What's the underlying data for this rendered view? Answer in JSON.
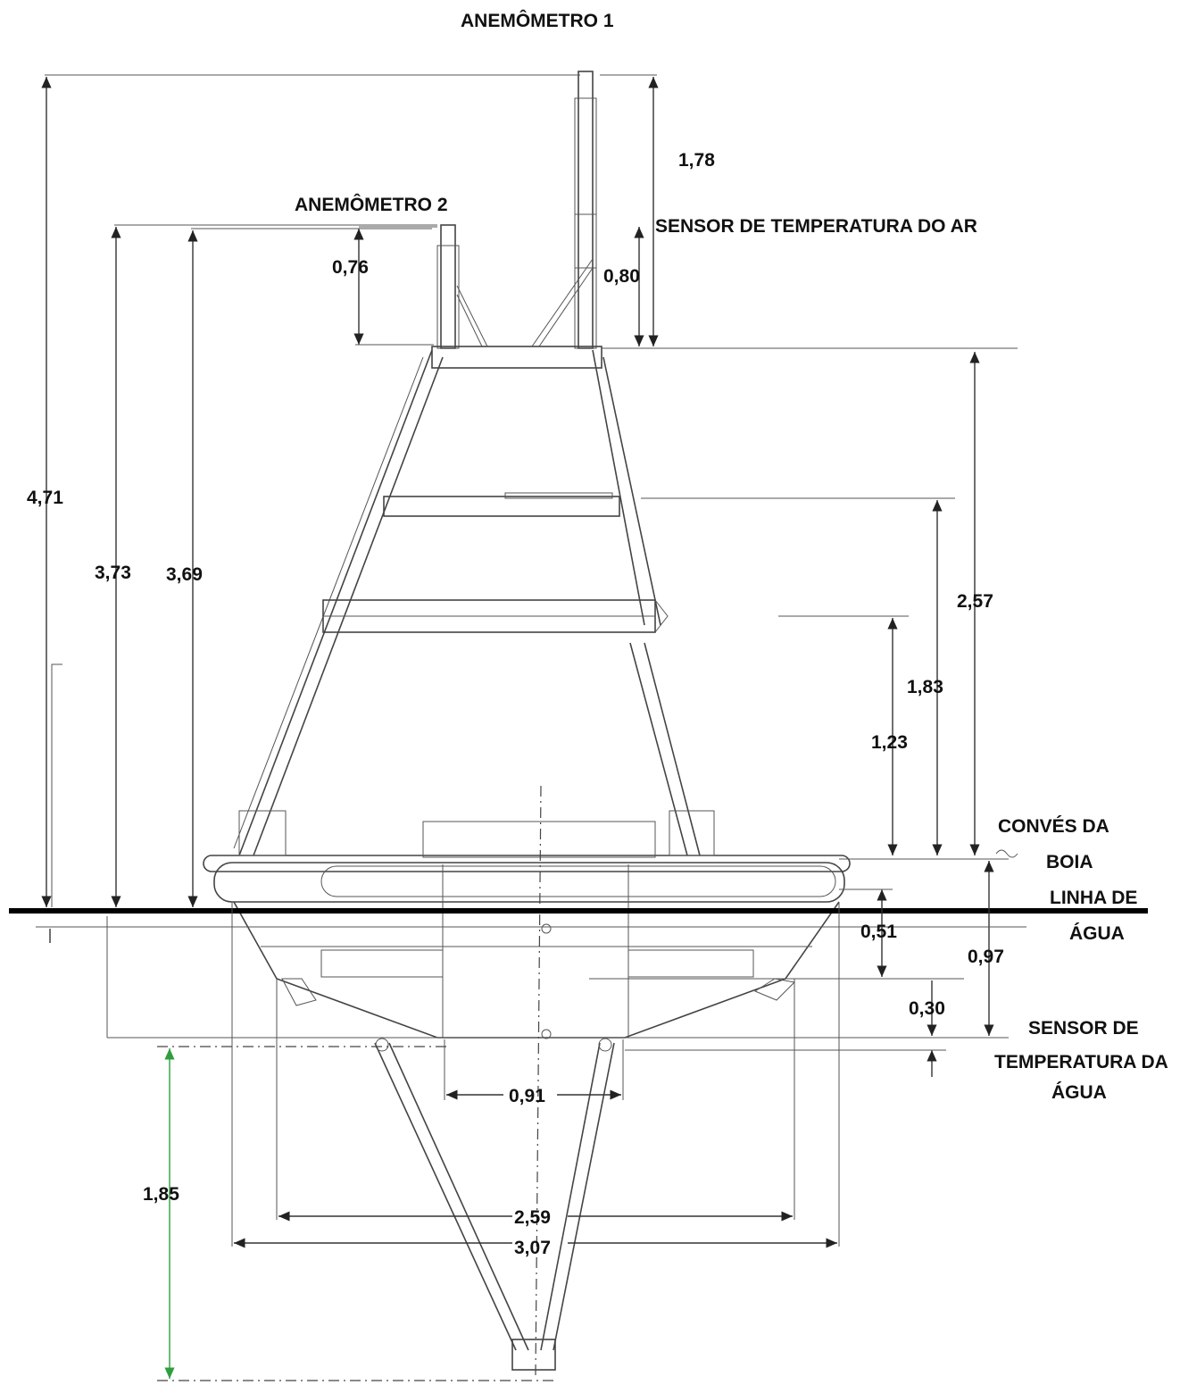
{
  "labels": {
    "anemometer_1": "ANEMÔMETRO 1",
    "anemometer_2": "ANEMÔMETRO 2",
    "air_temp_sensor": "SENSOR DE TEMPERATURA DO AR",
    "deck_line1": "CONVÉS DA",
    "deck_line2": "BOIA",
    "waterline_line1": "LINHA DE",
    "waterline_line2": "ÁGUA",
    "water_temp_line1": "SENSOR DE",
    "water_temp_line2": "TEMPERATURA DA",
    "water_temp_line3": "ÁGUA"
  },
  "dimensions": {
    "total_height": "4,71",
    "anemometer2_height": "3,73",
    "air_sensor_height": "3,69",
    "anemometer1_mast": "1,78",
    "anemometer2_mast": "0,76",
    "air_sensor_mast": "0,80",
    "tower_height": "2,57",
    "mid_ring": "1,83",
    "lower_ring": "1,23",
    "freeboard": "0,51",
    "draft": "0,97",
    "water_sensor_depth": "0,30",
    "keel_width": "0,91",
    "hull_width": "2,59",
    "deck_width": "3,07",
    "bridle_length": "1,85"
  },
  "colors": {
    "line": "#333333",
    "waterline": "#000000",
    "arrow_green": "#2e9e3e",
    "text": "#111111"
  }
}
